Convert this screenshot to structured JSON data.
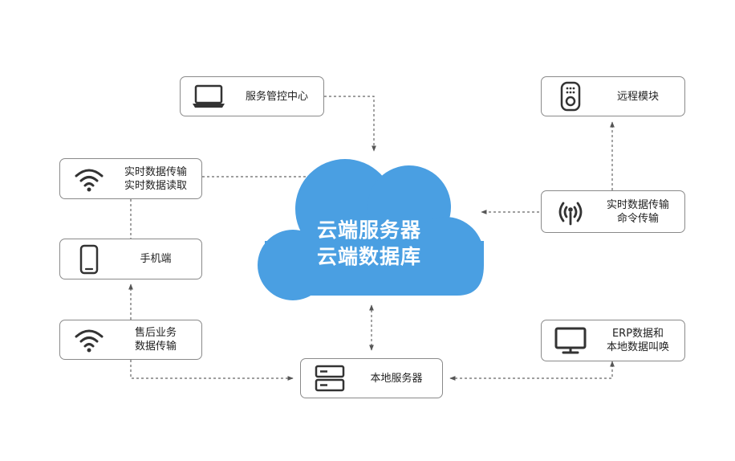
{
  "cloud": {
    "line1": "云端服务器",
    "line2": "云端数据库",
    "color": "#4a9fe2"
  },
  "nodes": {
    "service_center": {
      "label": "服务管控中心",
      "icon": "laptop-icon"
    },
    "remote_module": {
      "label": "远程模块",
      "icon": "remote-device-icon"
    },
    "realtime_left": {
      "line1": "实时数据传输",
      "line2": "实时数据读取",
      "icon": "wifi-icon"
    },
    "mobile": {
      "label": "手机端",
      "icon": "phone-icon"
    },
    "aftersales": {
      "line1": "售后业务",
      "line2": "数据传输",
      "icon": "wifi-icon"
    },
    "local_server": {
      "label": "本地服务器",
      "icon": "server-icon"
    },
    "realtime_right": {
      "line1": "实时数据传输",
      "line2": "命令传输",
      "icon": "signal-icon"
    },
    "erp": {
      "line1": "ERP数据和",
      "line2": "本地数据叫唤",
      "icon": "monitor-icon"
    }
  },
  "colors": {
    "border": "#8a8a8a",
    "arrow": "#666666",
    "icon": "#333333"
  }
}
